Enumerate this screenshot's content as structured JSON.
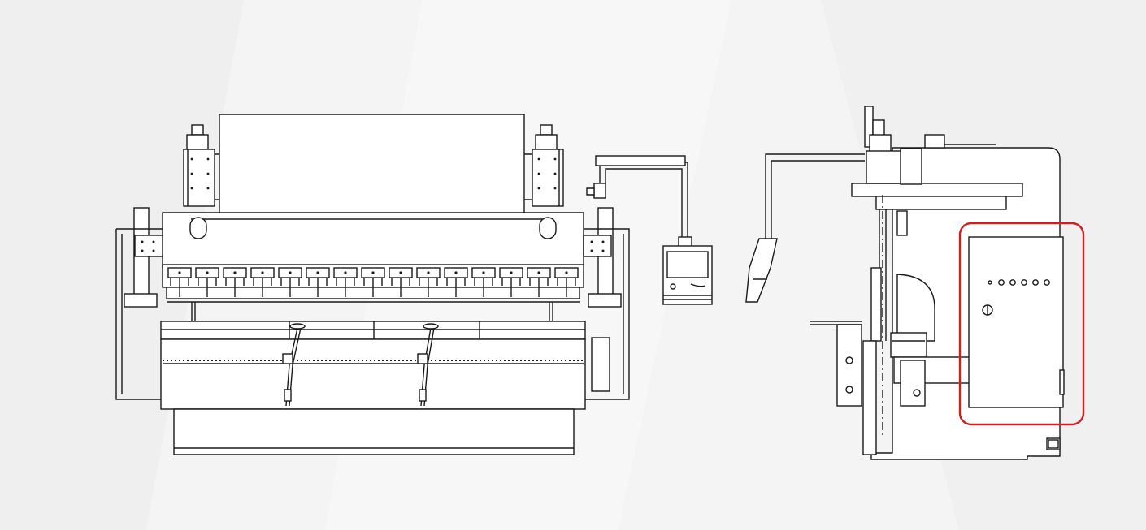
{
  "diagram": {
    "views": [
      {
        "name": "front-view"
      },
      {
        "name": "side-view"
      }
    ],
    "highlight": {
      "target": "electrical-cabinet",
      "color": "#d01e1e"
    },
    "colors": {
      "background": "#f4f4f4",
      "line": "#1a1a1a",
      "fill": "#ffffff"
    },
    "front_view": {
      "die_segments": 15,
      "bolt_holes": 8
    },
    "side_view": {
      "panel_indicators": 6
    }
  }
}
